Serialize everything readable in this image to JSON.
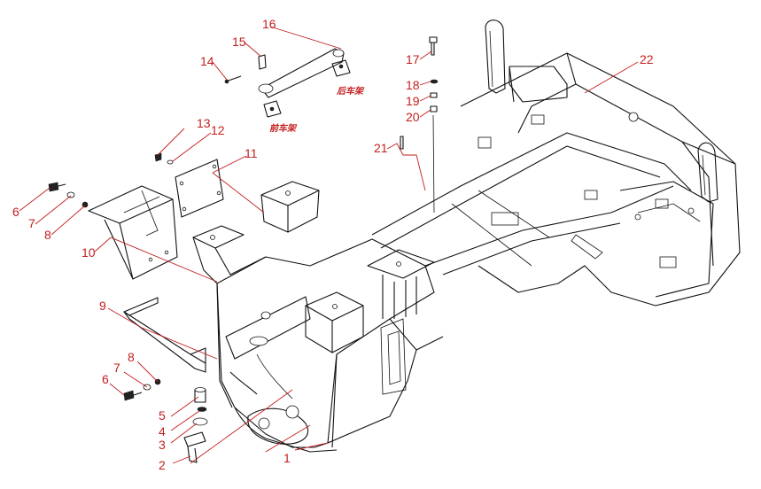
{
  "callouts": {
    "c1": "1",
    "c2": "2",
    "c3": "3",
    "c4": "4",
    "c5": "5",
    "c6a": "6",
    "c6b": "6",
    "c7a": "7",
    "c7b": "7",
    "c8a": "8",
    "c8b": "8",
    "c9": "9",
    "c10": "10",
    "c11": "11",
    "c12": "12",
    "c13": "13",
    "c14": "14",
    "c15": "15",
    "c16": "16",
    "c17": "17",
    "c18": "18",
    "c19": "19",
    "c20": "20",
    "c21": "21",
    "c22": "22"
  },
  "notes": {
    "front_axle": "前车架",
    "rear_axle": "后车架"
  },
  "colors": {
    "callout": "#c41e1e",
    "line": "#111111"
  }
}
